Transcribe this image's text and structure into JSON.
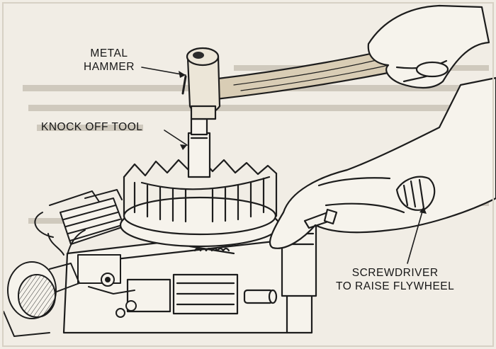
{
  "labels": {
    "hammer": {
      "line1": "METAL",
      "line2": "HAMMER"
    },
    "knock_off_tool": "KNOCK OFF TOOL",
    "screwdriver": {
      "line1": "SCREWDRIVER",
      "line2": "TO RAISE FLYWHEEL"
    }
  }
}
